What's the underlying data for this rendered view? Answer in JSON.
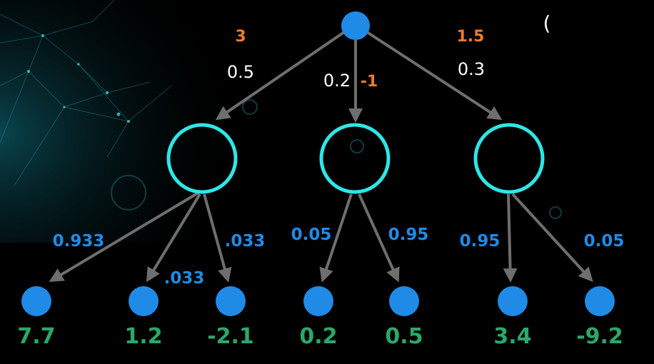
{
  "colors": {
    "background": "#000000",
    "node_fill": "#1f8be6",
    "chance_stroke": "#2ee6e6",
    "edge": "#6e6e6e",
    "reward": "#f07a2a",
    "action_prob": "#ffffff",
    "transition_prob": "#1f8be6",
    "leaf_value": "#2aa86a"
  },
  "top_edges": [
    {
      "reward": "3",
      "prob": "0.5"
    },
    {
      "reward": "-1",
      "prob": "0.2"
    },
    {
      "reward": "1.5",
      "prob": "0.3"
    }
  ],
  "bottom_edges": [
    {
      "prob": "0.933"
    },
    {
      "prob": ".033"
    },
    {
      "prob": ".033"
    },
    {
      "prob": "0.05"
    },
    {
      "prob": "0.95"
    },
    {
      "prob": "0.95"
    },
    {
      "prob": "0.05"
    }
  ],
  "leaves": [
    {
      "value": "7.7"
    },
    {
      "value": "1.2"
    },
    {
      "value": "-2.1"
    },
    {
      "value": "0.2"
    },
    {
      "value": "0.5"
    },
    {
      "value": "3.4"
    },
    {
      "value": "-9.2"
    }
  ],
  "stray_glyph": "("
}
